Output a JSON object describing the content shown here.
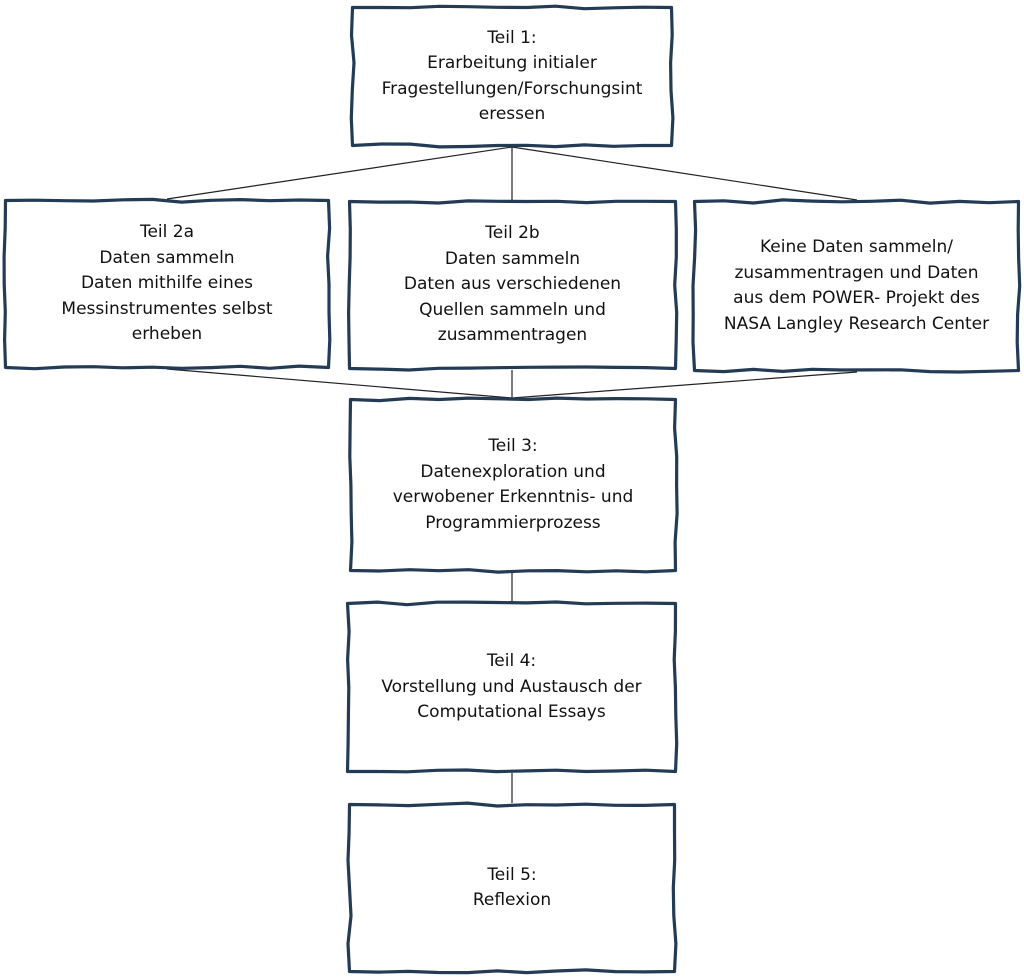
{
  "nodes": {
    "teil1": {
      "lines": [
        "Teil 1:",
        "Erarbeitung initialer",
        "Fragestellungen/Forschungsint",
        "eressen"
      ]
    },
    "teil2a": {
      "lines": [
        "Teil 2a",
        "Daten sammeln",
        "Daten mithilfe eines",
        "Messinstrumentes selbst",
        "erheben"
      ]
    },
    "teil2b": {
      "lines": [
        "Teil 2b",
        "Daten sammeln",
        "Daten aus verschiedenen",
        "Quellen sammeln und",
        "zusammentragen"
      ]
    },
    "teil2c": {
      "lines": [
        "Keine Daten sammeln/",
        "zusammentragen und Daten",
        "aus dem POWER- Projekt des",
        "NASA Langley Research Center"
      ]
    },
    "teil3": {
      "lines": [
        "Teil 3:",
        "Datenexploration und",
        "verwobener Erkenntnis- und",
        "Programmierprozess"
      ]
    },
    "teil4": {
      "lines": [
        "Teil 4:",
        "Vorstellung und Austausch der",
        "Computational Essays"
      ]
    },
    "teil5": {
      "lines": [
        "Teil 5:",
        "Reflexion"
      ]
    }
  },
  "edges": [
    {
      "from": "teil1",
      "to": "teil2a"
    },
    {
      "from": "teil1",
      "to": "teil2b"
    },
    {
      "from": "teil1",
      "to": "teil2c"
    },
    {
      "from": "teil2a",
      "to": "teil3"
    },
    {
      "from": "teil2b",
      "to": "teil3"
    },
    {
      "from": "teil2c",
      "to": "teil3"
    },
    {
      "from": "teil3",
      "to": "teil4"
    },
    {
      "from": "teil4",
      "to": "teil5"
    }
  ],
  "colors": {
    "box_border": "#243b55",
    "connector": "#222222",
    "text": "#111111",
    "background": "#ffffff"
  }
}
